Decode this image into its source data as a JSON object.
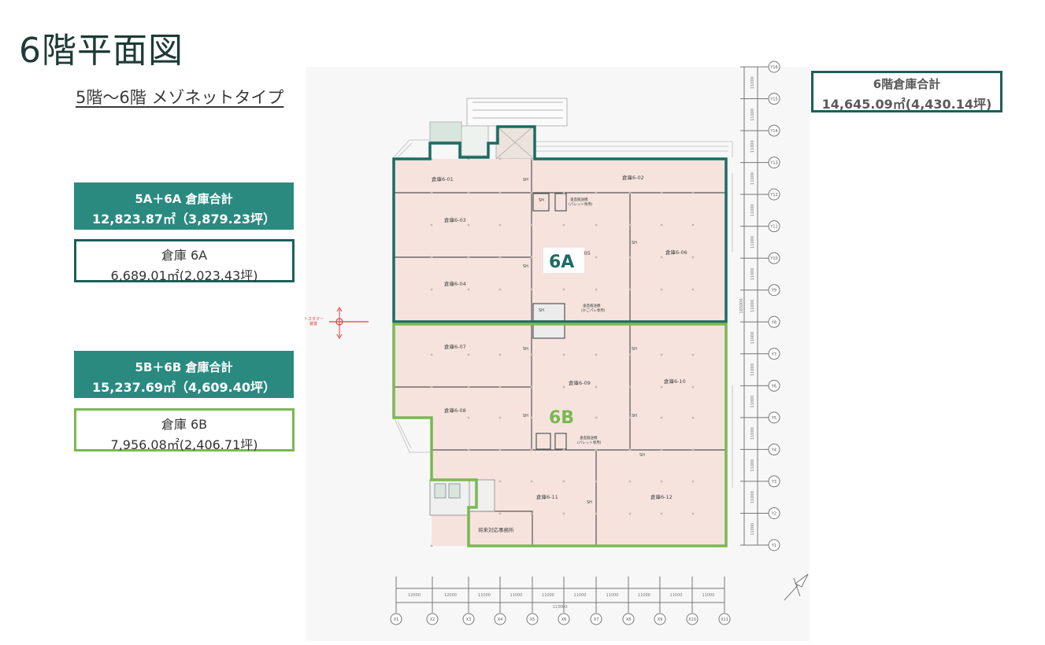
{
  "page_title": "6階平面図",
  "subtitle": "5階～6階 メゾネットタイプ",
  "total_box": {
    "line1": "6階倉庫合計",
    "line2": "14,645.09㎡(4,430.14坪)"
  },
  "summary_a": {
    "line1": "5A＋6A 倉庫合計",
    "line2": "12,823.87㎡（3,879.23坪）"
  },
  "warehouse_a": {
    "line1": "倉庫 6A",
    "line2": "6,689.01㎡(2,023.43坪)"
  },
  "summary_b": {
    "line1": "5B＋6B 倉庫合計",
    "line2": "15,237.69㎡（4,609.40坪）"
  },
  "warehouse_b": {
    "line1": "倉庫 6B",
    "line2": "7,956.08㎡(2,406.71坪)"
  },
  "plan": {
    "zone_a_label": "6A",
    "zone_b_label": "6B",
    "rooms": [
      "倉庫6-01",
      "倉庫6-02",
      "倉庫6-03",
      "倉庫6-05",
      "倉庫6-06",
      "倉庫6-04",
      "倉庫6-07",
      "倉庫6-09",
      "倉庫6-10",
      "倉庫6-08",
      "倉庫6-11",
      "倉庫6-12"
    ],
    "future_office": "将来対応事務所",
    "elevator_a1": "垂直搬送機",
    "elevator_a1_sub": "(パレット専用)",
    "elevator_a2": "垂直搬送機",
    "elevator_a2_sub": "(かごパレ専用)",
    "elevator_b": "垂直搬送機",
    "elevator_b_sub": "(パレット専用)",
    "customer_mark": "トスタマー",
    "customer_mark_sub": "装置",
    "y_axis": [
      "Y16",
      "Y15",
      "Y14",
      "Y13",
      "Y12",
      "Y11",
      "Y10",
      "Y9",
      "Y8",
      "Y7",
      "Y6",
      "Y5",
      "Y4",
      "Y3",
      "Y2",
      "Y1"
    ],
    "y_dims": [
      "11000",
      "11000",
      "11000",
      "11000",
      "11000",
      "11000",
      "11000",
      "11000",
      "11000",
      "11000",
      "11000",
      "11000",
      "11000",
      "11000",
      "11000"
    ],
    "y_total": "165000",
    "x_axis": [
      "X1",
      "X2",
      "X3",
      "X4",
      "X5",
      "X6",
      "X7",
      "X8",
      "X9",
      "X10",
      "X11"
    ],
    "x_dims": [
      "12000",
      "12000",
      "11000",
      "11000",
      "11000",
      "11000",
      "11000",
      "11000",
      "11000",
      "11000"
    ],
    "x_total": "113000",
    "sh_label": "SH"
  },
  "colors": {
    "zone_a": "#1c6b64",
    "zone_b": "#7ab851",
    "room_fill": "#f6e3de"
  }
}
